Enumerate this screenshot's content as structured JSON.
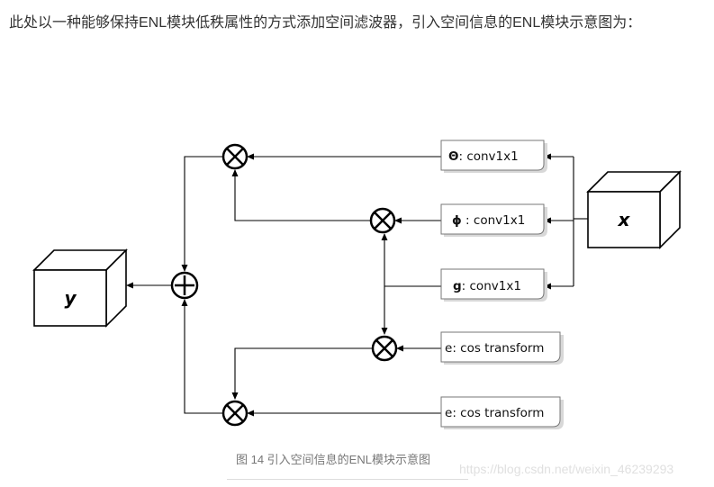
{
  "intro_text": "此处以一种能够保持ENL模块低秩属性的方式添加空间滤波器，引入空间信息的ENL模块示意图为：",
  "diagram": {
    "input_cube_label": "x",
    "output_cube_label": "y",
    "boxes": [
      {
        "lead": "Θ",
        "rest": ": conv1x1"
      },
      {
        "lead": "ϕ",
        "rest": " : conv1x1"
      },
      {
        "lead": "g",
        "rest": ": conv1x1"
      },
      {
        "lead": "e",
        "rest": ": cos transform"
      },
      {
        "lead": "e",
        "rest": ": cos transform"
      }
    ],
    "multiply_symbol": "⊗",
    "add_symbol": "⊕"
  },
  "caption": "图 14 引入空间信息的ENL模块示意图",
  "watermark": "https://blog.csdn.net/weixin_46239293"
}
